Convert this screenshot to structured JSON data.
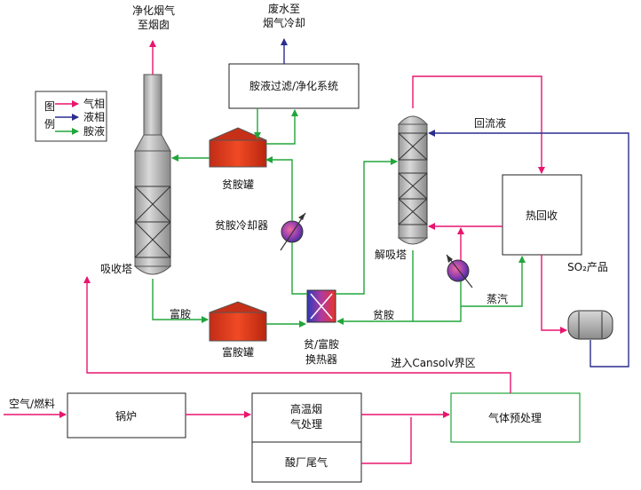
{
  "labels": {
    "clean_gas": [
      "净化烟气",
      "至烟囱"
    ],
    "waste_water": [
      "废水至",
      "烟气冷却"
    ],
    "filter_system": "胺液过滤/净化系统",
    "legend_title": [
      "图",
      "例"
    ],
    "legend_gas": "气相",
    "legend_liquid": "液相",
    "legend_amine": "胺液",
    "lean_tank": "贫胺罐",
    "lean_cooler": "贫胺冷却器",
    "absorber": "吸收塔",
    "rich_amine": "富胺",
    "rich_tank": "富胺罐",
    "exchanger": [
      "贫/富胺",
      "换热器"
    ],
    "reflux": "回流液",
    "heat_recovery": "热回收",
    "stripper": "解吸塔",
    "so2_product": "SO₂产品",
    "steam": "蒸汽",
    "lean_amine": "贫胺",
    "cansolv": "进入Cansolv界区",
    "air_fuel": "空气/燃料",
    "boiler": "锅炉",
    "hot_flue": [
      "高温烟",
      "气处理"
    ],
    "acid_tail": "酸厂尾气",
    "pretreat": "气体预处理"
  },
  "colors": {
    "gas": "#e8156e",
    "liquid": "#2b2d8f",
    "amine": "#22a53b"
  }
}
